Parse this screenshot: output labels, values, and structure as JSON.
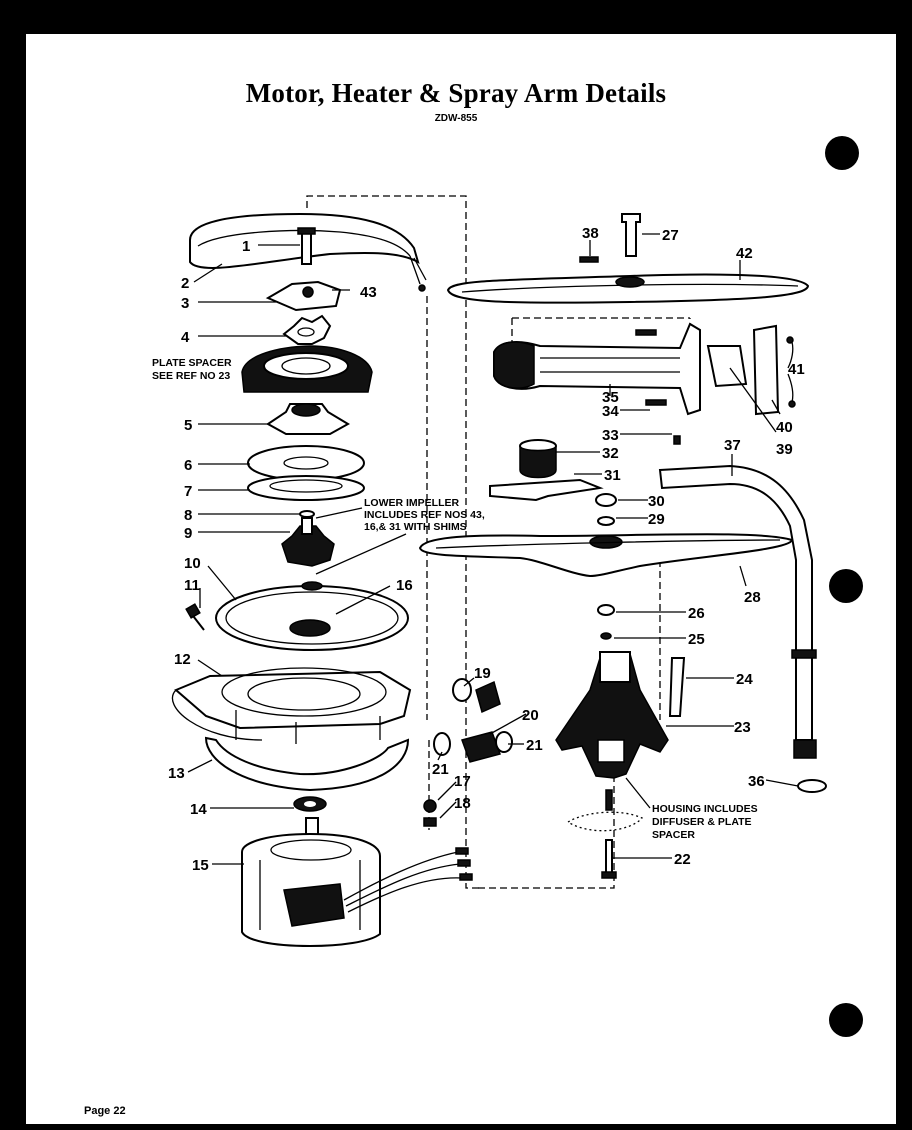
{
  "title": "Motor, Heater & Spray Arm Details",
  "model": "ZDW-855",
  "footer": "Page 22",
  "callouts": {
    "c1": "1",
    "c2": "2",
    "c3": "3",
    "c4": "4",
    "c5": "5",
    "c6": "6",
    "c7": "7",
    "c8": "8",
    "c9": "9",
    "c10": "10",
    "c11": "11",
    "c12": "12",
    "c13": "13",
    "c14": "14",
    "c15": "15",
    "c16": "16",
    "c17": "17",
    "c18": "18",
    "c19": "19",
    "c20": "20",
    "c21a": "21",
    "c21b": "21",
    "c22": "22",
    "c23": "23",
    "c24": "24",
    "c25": "25",
    "c26": "26",
    "c27": "27",
    "c28": "28",
    "c29": "29",
    "c30": "30",
    "c31": "31",
    "c32": "32",
    "c33": "33",
    "c34": "34",
    "c35": "35",
    "c36": "36",
    "c37": "37",
    "c38": "38",
    "c39": "39",
    "c40": "40",
    "c41": "41",
    "c42": "42",
    "c43": "43"
  },
  "notes": {
    "plate_spacer": [
      "PLATE SPACER",
      "SEE REF NO 23"
    ],
    "lower_impeller": [
      "LOWER IMPELLER",
      "INCLUDES REF NOS 43,",
      "16,& 31 WITH SHIMS"
    ],
    "housing": [
      "HOUSING INCLUDES",
      "DIFFUSER & PLATE",
      "SPACER"
    ]
  }
}
